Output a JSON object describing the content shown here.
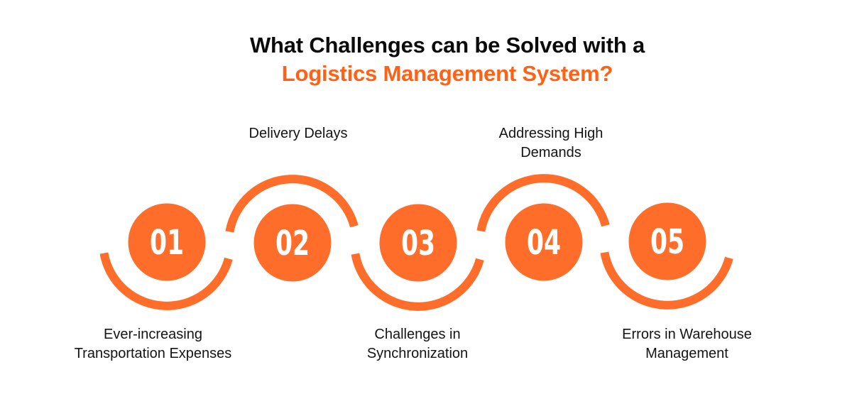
{
  "title": {
    "line1": "What Challenges can be Solved with a",
    "line2": "Logistics Management System?"
  },
  "colors": {
    "accent": "#FF6D2A",
    "title_accent": "#FF6116",
    "text": "#141414",
    "background": "#FFFFFF"
  },
  "steps": [
    {
      "number": "01",
      "label_lines": [
        "Ever-increasing",
        "Transportation Expenses"
      ],
      "label_position": "below",
      "arc": "below"
    },
    {
      "number": "02",
      "label_lines": [
        "Delivery Delays"
      ],
      "label_position": "above",
      "arc": "above"
    },
    {
      "number": "03",
      "label_lines": [
        "Challenges in",
        "Synchronization"
      ],
      "label_position": "below",
      "arc": "below"
    },
    {
      "number": "04",
      "label_lines": [
        "Addressing High",
        "Demands"
      ],
      "label_position": "above",
      "arc": "above"
    },
    {
      "number": "05",
      "label_lines": [
        "Errors in Warehouse",
        "Management"
      ],
      "label_position": "below",
      "arc": "below"
    }
  ]
}
